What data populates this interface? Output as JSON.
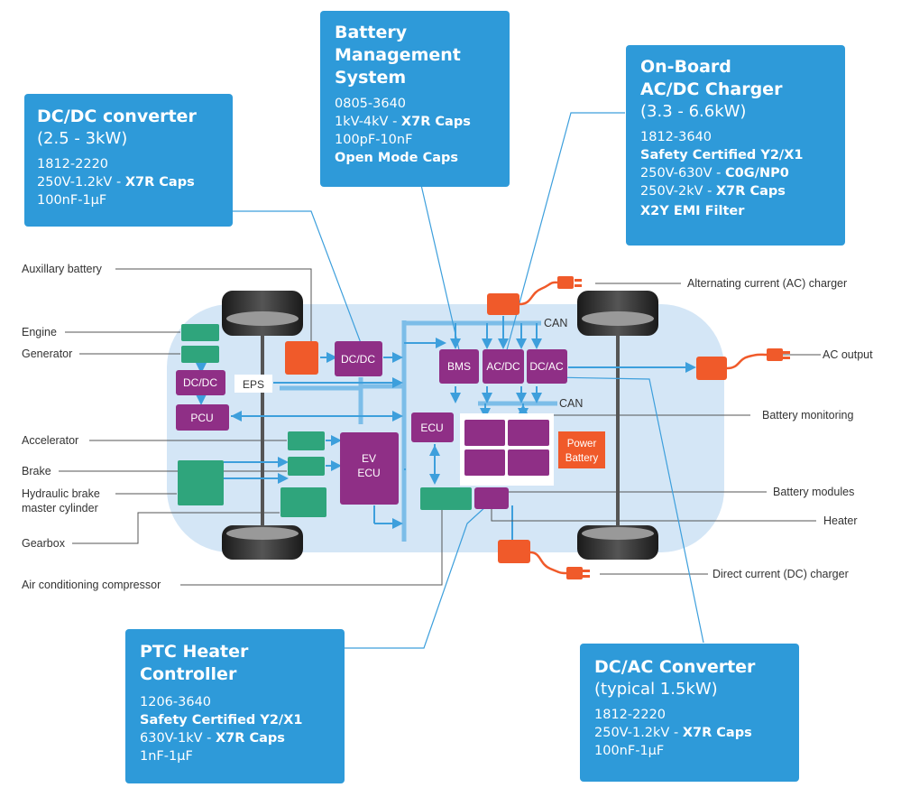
{
  "callouts": {
    "dcdc": {
      "title": "DC/DC converter",
      "subtitle": "(2.5 - 3kW)",
      "lines": [
        {
          "normal": "1812-2220",
          "bold": ""
        },
        {
          "normal": "250V-1.2kV - ",
          "bold": "X7R Caps"
        },
        {
          "normal": "100nF-1µF",
          "bold": ""
        }
      ]
    },
    "bms": {
      "title": "Battery\nManagement\nSystem",
      "lines": [
        {
          "normal": "0805-3640",
          "bold": ""
        },
        {
          "normal": "1kV-4kV - ",
          "bold": "X7R Caps"
        },
        {
          "normal": "100pF-10nF",
          "bold": ""
        },
        {
          "normal": "",
          "bold": "Open Mode Caps"
        }
      ]
    },
    "charger": {
      "title": "On-Board\nAC/DC Charger",
      "subtitle": "(3.3 - 6.6kW)",
      "lines": [
        {
          "normal": "1812-3640",
          "bold": ""
        },
        {
          "normal": "",
          "bold": "Safety Certified Y2/X1"
        },
        {
          "normal": "250V-630V - ",
          "bold": "C0G/NP0"
        },
        {
          "normal": "250V-2kV - ",
          "bold": "X7R Caps"
        },
        {
          "normal": "",
          "bold": "X2Y EMI Filter"
        }
      ]
    },
    "ptc": {
      "title": "PTC Heater\nController",
      "lines": [
        {
          "normal": "1206-3640",
          "bold": ""
        },
        {
          "normal": "",
          "bold": "Safety Certified Y2/X1"
        },
        {
          "normal": "630V-1kV - ",
          "bold": "X7R Caps"
        },
        {
          "normal": "1nF-1µF",
          "bold": ""
        }
      ]
    },
    "dcac": {
      "title": "DC/AC Converter",
      "subtitle": "(typical 1.5kW)",
      "lines": [
        {
          "normal": "1812-2220",
          "bold": ""
        },
        {
          "normal": "250V-1.2kV - ",
          "bold": "X7R Caps"
        },
        {
          "normal": "100nF-1µF",
          "bold": ""
        }
      ]
    }
  },
  "labels": {
    "auxiliary_battery": "Auxillary battery",
    "engine": "Engine",
    "generator": "Generator",
    "accelerator": "Accelerator",
    "brake": "Brake",
    "hydraulic_brake": "Hydraulic brake",
    "master_cylinder": "master cylinder",
    "gearbox": "Gearbox",
    "ac_compressor": "Air conditioning compressor",
    "ac_charger": "Alternating current (AC) charger",
    "ac_output": "AC output",
    "battery_monitoring": "Battery monitoring",
    "battery_modules": "Battery modules",
    "heater": "Heater",
    "dc_charger": "Direct current (DC) charger",
    "can_top": "CAN",
    "can_mid": "CAN"
  },
  "blocks": {
    "dcdc_car": "DC/DC",
    "dcdc_left": "DC/DC",
    "pcu": "PCU",
    "eps": "EPS",
    "ev_ecu_1": "EV",
    "ev_ecu_2": "ECU",
    "ecu": "ECU",
    "bms": "BMS",
    "acdc": "AC/DC",
    "dcac": "DC/AC",
    "power_battery_1": "Power",
    "power_battery_2": "Battery"
  },
  "colors": {
    "callout_blue": "#2e9ad9",
    "module_purple": "#8f2f86",
    "module_green": "#2fa57c",
    "charger_orange": "#f05a2a",
    "body_blue": "#d4e6f6",
    "bus_blue": "#5fb0e4"
  }
}
